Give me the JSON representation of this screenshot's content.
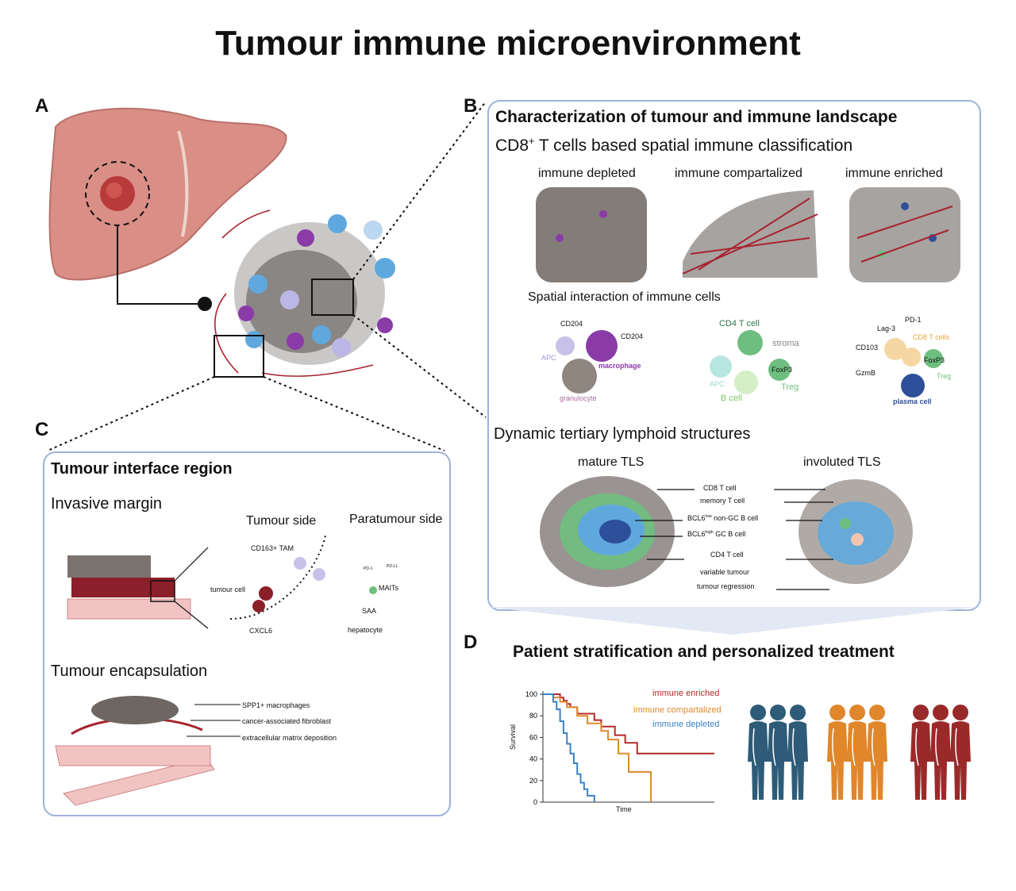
{
  "title": "Tumour immune microenvironment",
  "panels": {
    "a": {
      "letter": "A"
    },
    "b": {
      "letter": "B",
      "heading": "Characterization of tumour and immune landscape",
      "classification_title_pre": "CD8",
      "classification_title_sup": "+",
      "classification_title_post": " T cells based spatial immune classification",
      "classes": [
        "immune depleted",
        "immune compartalized",
        "immune enriched"
      ],
      "interaction_title": "Spatial interaction of immune cells",
      "interaction_labels": {
        "cd204_left": "CD204",
        "cd204_right": "CD204",
        "apc_left": "APC",
        "macrophage": "macrophage",
        "granulocyte": "granulocyte",
        "cd4_t_cell": "CD4 T cell",
        "stroma": "stroma",
        "apc_mid": "APC",
        "foxp3_mid": "FoxP3",
        "treg_mid": "Treg",
        "b_cell": "B cell",
        "lag3": "Lag-3",
        "pd1": "PD-1",
        "cd103": "CD103",
        "cd8_t_cells": "CD8 T cells",
        "gzmb": "GzmB",
        "foxp3_right": "FoxP3",
        "treg_right": "Treg",
        "plasma_cell": "plasma cell"
      },
      "tls_title": "Dynamic tertiary lymphoid structures",
      "tls_types": [
        "mature TLS",
        "involuted TLS"
      ],
      "tls_legend": {
        "cd8": "CD8 T cell",
        "memory": "memory T cell",
        "bcl6_low_pre": "BCL6",
        "bcl6_low_sup": "low",
        "bcl6_low_post": " non-GC B cell",
        "bcl6_high_pre": "BCL6",
        "bcl6_high_sup": "high",
        "bcl6_high_post": " GC B cell",
        "cd4": "CD4 T cell",
        "variable": "variable tumour",
        "regression": "tumour regression"
      }
    },
    "c": {
      "letter": "C",
      "heading": "Tumour interface region",
      "invasive_title": "Invasive margin",
      "tumour_side": "Tumour side",
      "paratumour_side": "Paratumour side",
      "labels": {
        "cd163": "CD163+ TAM",
        "tumour_cell": "tumour cell",
        "pd1": "PD-1",
        "pdl1": "PD-L1",
        "maits": "MAITs",
        "saa": "SAA",
        "cxcl6": "CXCL6",
        "hepatocyte": "hepatocyte"
      },
      "encapsulation_title": "Tumour encapsulation",
      "encapsulation_labels": [
        "SPP1+ macrophages",
        "cancer-associated fibroblast",
        "extracellular matrix deposition"
      ]
    },
    "d": {
      "letter": "D",
      "heading": "Patient stratification and personalized treatment"
    }
  },
  "chart_data": {
    "type": "line",
    "title": "",
    "xlabel": "Time",
    "ylabel": "Survival",
    "ylim": [
      0,
      100
    ],
    "yticks": [
      0,
      20,
      40,
      60,
      80,
      100
    ],
    "xlim": [
      0,
      100
    ],
    "legend_position": "top-right",
    "series": [
      {
        "name": "immune enriched",
        "color": "#b52a2a",
        "x": [
          0,
          8,
          10,
          12,
          14,
          16,
          20,
          30,
          34,
          42,
          48,
          55,
          100
        ],
        "y": [
          100,
          100,
          97,
          94,
          91,
          88,
          82,
          76,
          70,
          62,
          55,
          45,
          45
        ]
      },
      {
        "name": "immune compartalized",
        "color": "#e08a2c",
        "x": [
          0,
          6,
          10,
          14,
          20,
          26,
          34,
          38,
          44,
          50,
          56,
          63,
          63
        ],
        "y": [
          100,
          97,
          93,
          88,
          80,
          73,
          66,
          58,
          45,
          28,
          28,
          28,
          0
        ]
      },
      {
        "name": "immune depleted",
        "color": "#3b82c4",
        "x": [
          0,
          6,
          8,
          10,
          12,
          14,
          16,
          18,
          20,
          22,
          24,
          26,
          30,
          30
        ],
        "y": [
          100,
          93,
          86,
          75,
          64,
          54,
          45,
          36,
          26,
          18,
          12,
          6,
          6,
          0
        ]
      }
    ]
  },
  "patient_groups": [
    {
      "color": "#2e5c78",
      "count": 3
    },
    {
      "color": "#e0862b",
      "count": 3
    },
    {
      "color": "#9a2a2a",
      "count": 3
    }
  ],
  "colors": {
    "panel_border": "#9fb3d9",
    "liver": "#d98f86",
    "tumour_grey": "#6a625e",
    "vessel_red": "#a8222f",
    "immune_blue": "#5fa8de",
    "macrophage_purple": "#8a3ba8",
    "bcell_green": "#6ebf7f"
  }
}
